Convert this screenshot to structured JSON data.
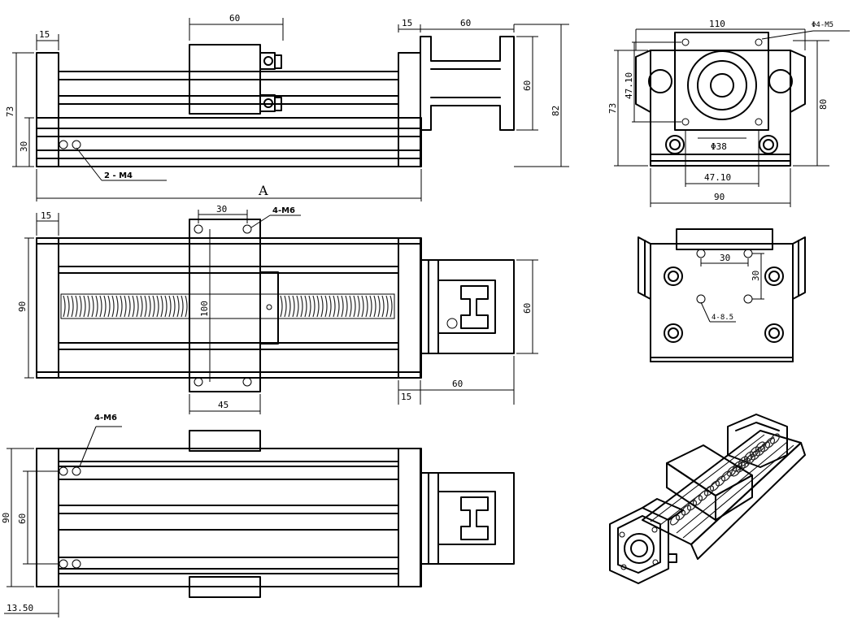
{
  "views": {
    "front": {
      "carriage_width": "60",
      "end_plate_width": "15",
      "motor_mount_width": "60",
      "height_73": "73",
      "height_30": "30",
      "mount_height_60": "60",
      "mount_height_82": "82",
      "hole_label": "2 - M4",
      "length_label": "A"
    },
    "top": {
      "end_plate_width": "15",
      "hole_spacing": "30",
      "hole_label": "4-M6",
      "width_90": "90",
      "carriage_length": "100",
      "carriage_width": "45",
      "mount_height": "60",
      "mount_width": "60",
      "mount_end": "15"
    },
    "bottom": {
      "hole_label": "4-M6",
      "width_90": "90",
      "hole_spacing": "60",
      "offset": "13.50"
    },
    "end": {
      "width_110": "110",
      "hole_label": "Φ4-M5",
      "height_73": "73",
      "spacing_vertical": "47.10",
      "height_80": "80",
      "bore": "Φ38",
      "spacing_horizontal": "47.10",
      "width_90": "90"
    },
    "carriage_face": {
      "spacing_horizontal": "30",
      "spacing_vertical": "30",
      "hole_label": "4-8.5"
    }
  }
}
